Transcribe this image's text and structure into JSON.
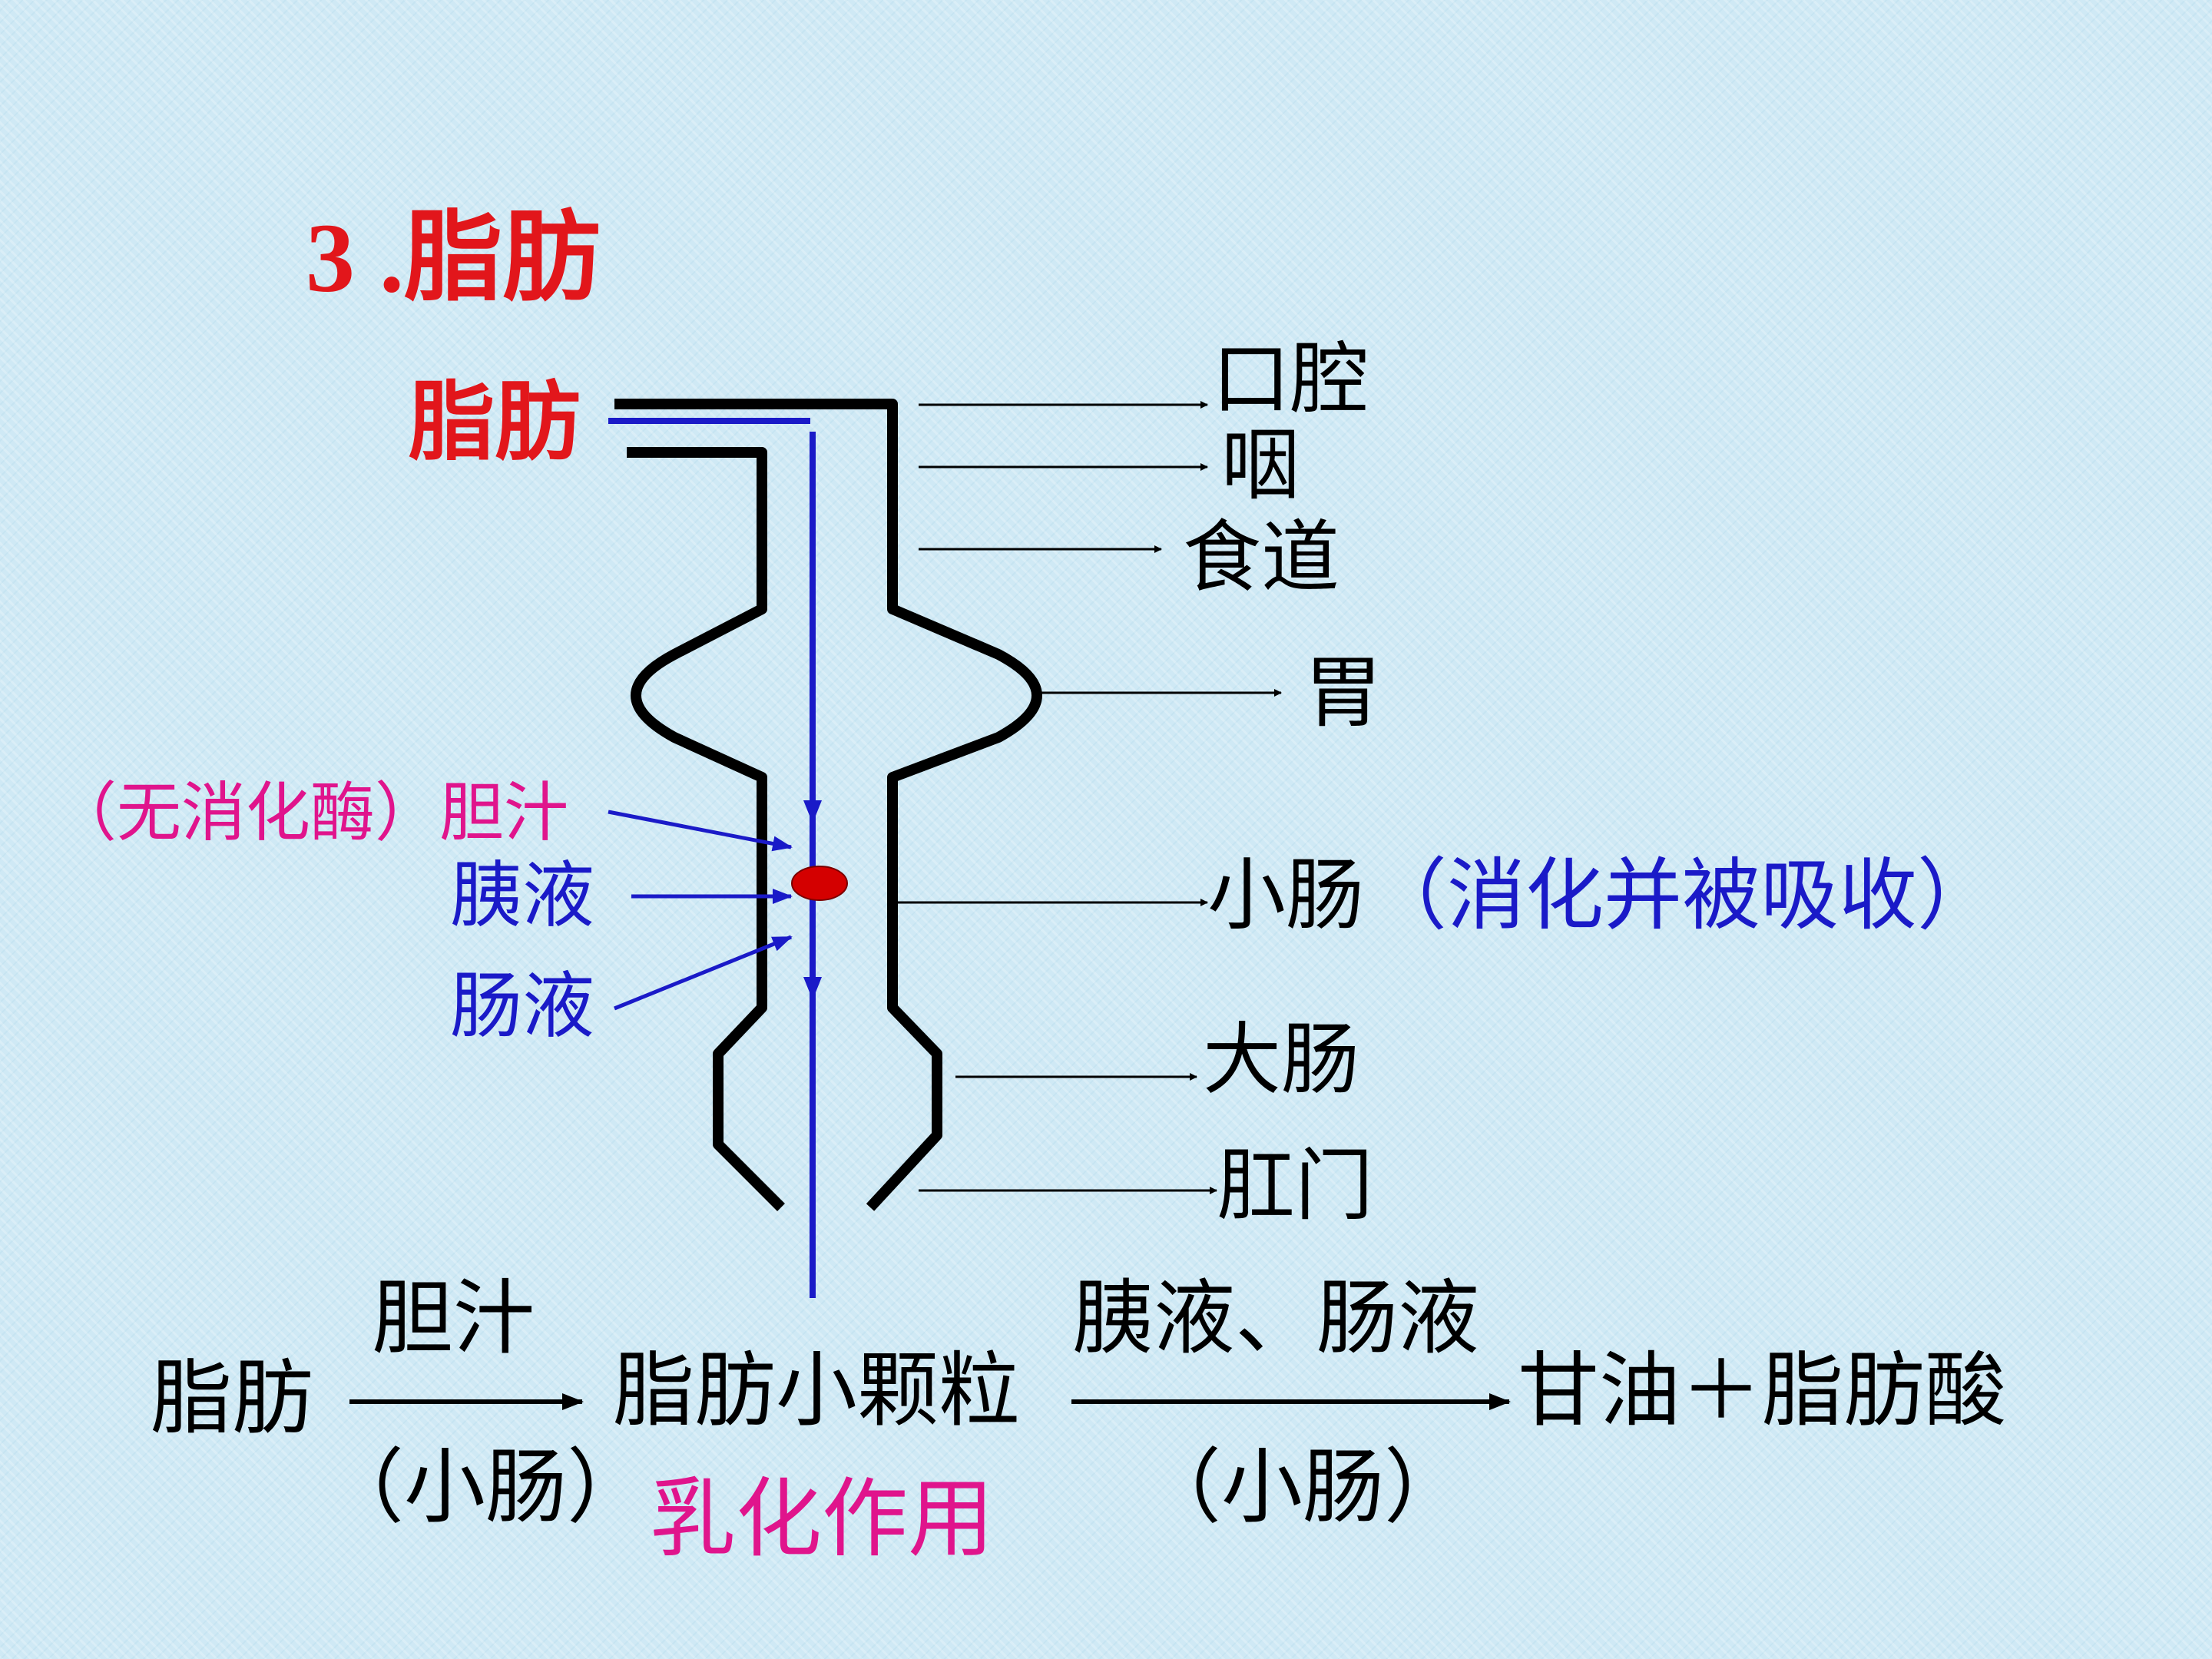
{
  "title": "3 .脂肪",
  "colors": {
    "title": "#e2161b",
    "organ_labels": "#000000",
    "juice_labels": "#1a1ac8",
    "bile_label": "#e0148c",
    "pathway": "#1a1ac8",
    "fat_droplet": "#d40000",
    "emulsification": "#e0148c"
  },
  "diagram": {
    "input_label": "脂肪",
    "organs": {
      "mouth": "口腔",
      "pharynx": "咽",
      "esophagus": "食道",
      "stomach": "胃",
      "small_intestine": "小肠",
      "small_intestine_note": "（消化并被吸收）",
      "large_intestine": "大肠",
      "anus": "肛门"
    },
    "juices": {
      "bile": "（无消化酶）胆汁",
      "pancreatic": "胰液",
      "intestinal": "肠液"
    }
  },
  "equation": {
    "start": "脂肪",
    "step1_above": "胆汁",
    "step1_below": "（小肠）",
    "middle": "脂肪小颗粒",
    "step2_above": "胰液、肠液",
    "step2_below": "（小肠）",
    "end": "甘油＋脂肪酸",
    "process_name": "乳化作用"
  }
}
